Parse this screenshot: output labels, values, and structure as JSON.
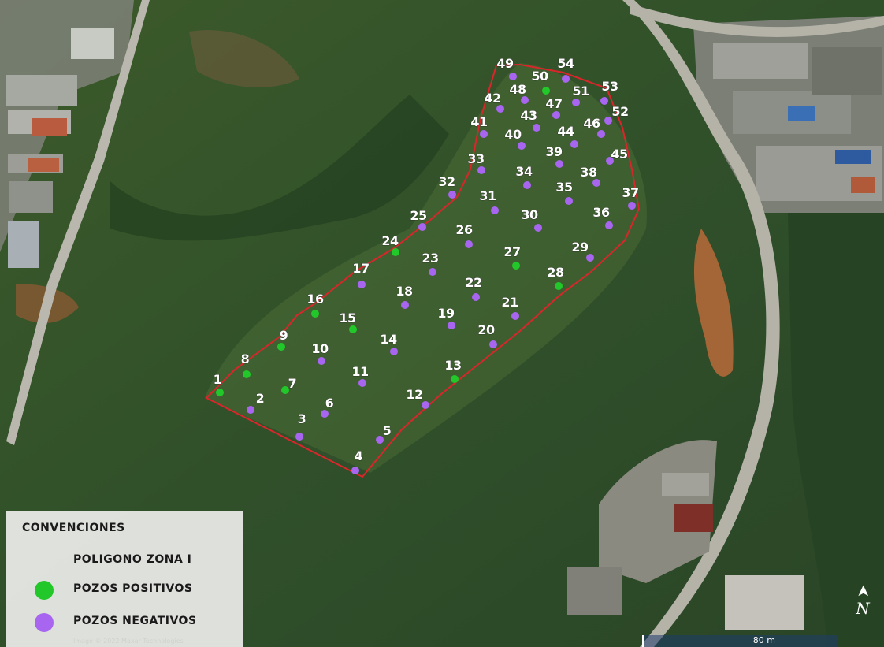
{
  "legend": {
    "title": "CONVENCIONES",
    "polygon_label": "POLIGONO ZONA I",
    "positive_label": "POZOS POSITIVOS",
    "negative_label": "POZOS NEGATIVOS"
  },
  "colors": {
    "polygon": "#d9262b",
    "positive": "#22c82a",
    "negative": "#a866f0",
    "label_text": "#ffffff"
  },
  "map": {
    "scale_label": "80 m",
    "north_label": "N",
    "imagery_credit": "Image © 2022 Maxar Technologies"
  },
  "wells": [
    {
      "id": "1",
      "status": "positive"
    },
    {
      "id": "2",
      "status": "negative"
    },
    {
      "id": "3",
      "status": "negative"
    },
    {
      "id": "4",
      "status": "negative"
    },
    {
      "id": "5",
      "status": "negative"
    },
    {
      "id": "6",
      "status": "negative"
    },
    {
      "id": "7",
      "status": "positive"
    },
    {
      "id": "8",
      "status": "positive"
    },
    {
      "id": "9",
      "status": "positive"
    },
    {
      "id": "10",
      "status": "negative"
    },
    {
      "id": "11",
      "status": "negative"
    },
    {
      "id": "12",
      "status": "negative"
    },
    {
      "id": "13",
      "status": "positive"
    },
    {
      "id": "14",
      "status": "negative"
    },
    {
      "id": "15",
      "status": "positive"
    },
    {
      "id": "16",
      "status": "positive"
    },
    {
      "id": "17",
      "status": "negative"
    },
    {
      "id": "18",
      "status": "negative"
    },
    {
      "id": "19",
      "status": "negative"
    },
    {
      "id": "20",
      "status": "negative"
    },
    {
      "id": "21",
      "status": "negative"
    },
    {
      "id": "22",
      "status": "negative"
    },
    {
      "id": "23",
      "status": "negative"
    },
    {
      "id": "24",
      "status": "positive"
    },
    {
      "id": "25",
      "status": "negative"
    },
    {
      "id": "26",
      "status": "negative"
    },
    {
      "id": "27",
      "status": "positive"
    },
    {
      "id": "28",
      "status": "positive"
    },
    {
      "id": "29",
      "status": "negative"
    },
    {
      "id": "30",
      "status": "negative"
    },
    {
      "id": "31",
      "status": "negative"
    },
    {
      "id": "32",
      "status": "negative"
    },
    {
      "id": "33",
      "status": "negative"
    },
    {
      "id": "34",
      "status": "negative"
    },
    {
      "id": "35",
      "status": "negative"
    },
    {
      "id": "36",
      "status": "negative"
    },
    {
      "id": "37",
      "status": "negative"
    },
    {
      "id": "38",
      "status": "negative"
    },
    {
      "id": "39",
      "status": "negative"
    },
    {
      "id": "40",
      "status": "negative"
    },
    {
      "id": "41",
      "status": "negative"
    },
    {
      "id": "42",
      "status": "negative"
    },
    {
      "id": "43",
      "status": "negative"
    },
    {
      "id": "44",
      "status": "negative"
    },
    {
      "id": "45",
      "status": "negative"
    },
    {
      "id": "46",
      "status": "negative"
    },
    {
      "id": "47",
      "status": "negative"
    },
    {
      "id": "48",
      "status": "negative"
    },
    {
      "id": "49",
      "status": "negative"
    },
    {
      "id": "50",
      "status": "positive"
    },
    {
      "id": "51",
      "status": "negative"
    },
    {
      "id": "52",
      "status": "negative"
    },
    {
      "id": "53",
      "status": "negative"
    },
    {
      "id": "54",
      "status": "negative"
    }
  ]
}
